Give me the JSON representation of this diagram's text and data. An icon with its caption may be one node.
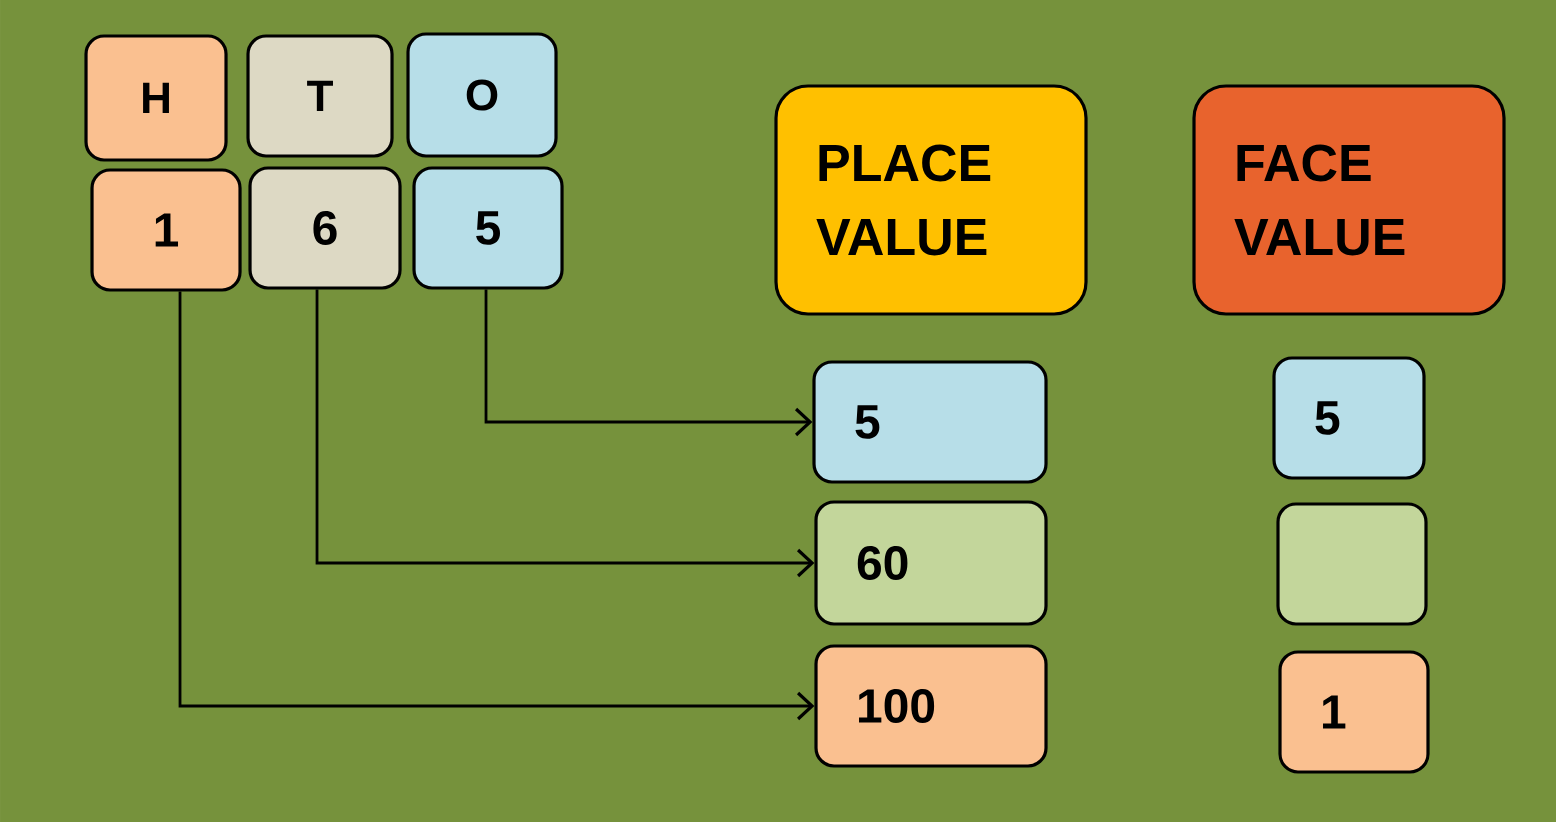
{
  "diagram": {
    "nodes": [
      {
        "text": [
          "H"
        ]
      },
      {
        "text": [
          "T"
        ]
      },
      {
        "text": [
          "O"
        ]
      },
      {
        "text": [
          "1"
        ]
      },
      {
        "text": [
          "6"
        ]
      },
      {
        "text": [
          "5"
        ]
      },
      {
        "text": [
          "PLACE VALUE"
        ]
      },
      {
        "text": [
          "FACE VALUE"
        ]
      },
      {
        "text": [
          "5"
        ]
      },
      {
        "text": [
          "60"
        ]
      },
      {
        "text": [
          "100"
        ]
      },
      {
        "text": [
          "5"
        ]
      },
      {
        "text": [],
        "shape": "box"
      },
      {
        "text": [
          "1"
        ]
      }
    ],
    "edges": [
      {
        "from": 5,
        "to": 8,
        "arrow": "to"
      },
      {
        "from": 4,
        "to": 9,
        "arrow": "to"
      },
      {
        "from": 3,
        "to": 10,
        "arrow": "to"
      }
    ]
  }
}
